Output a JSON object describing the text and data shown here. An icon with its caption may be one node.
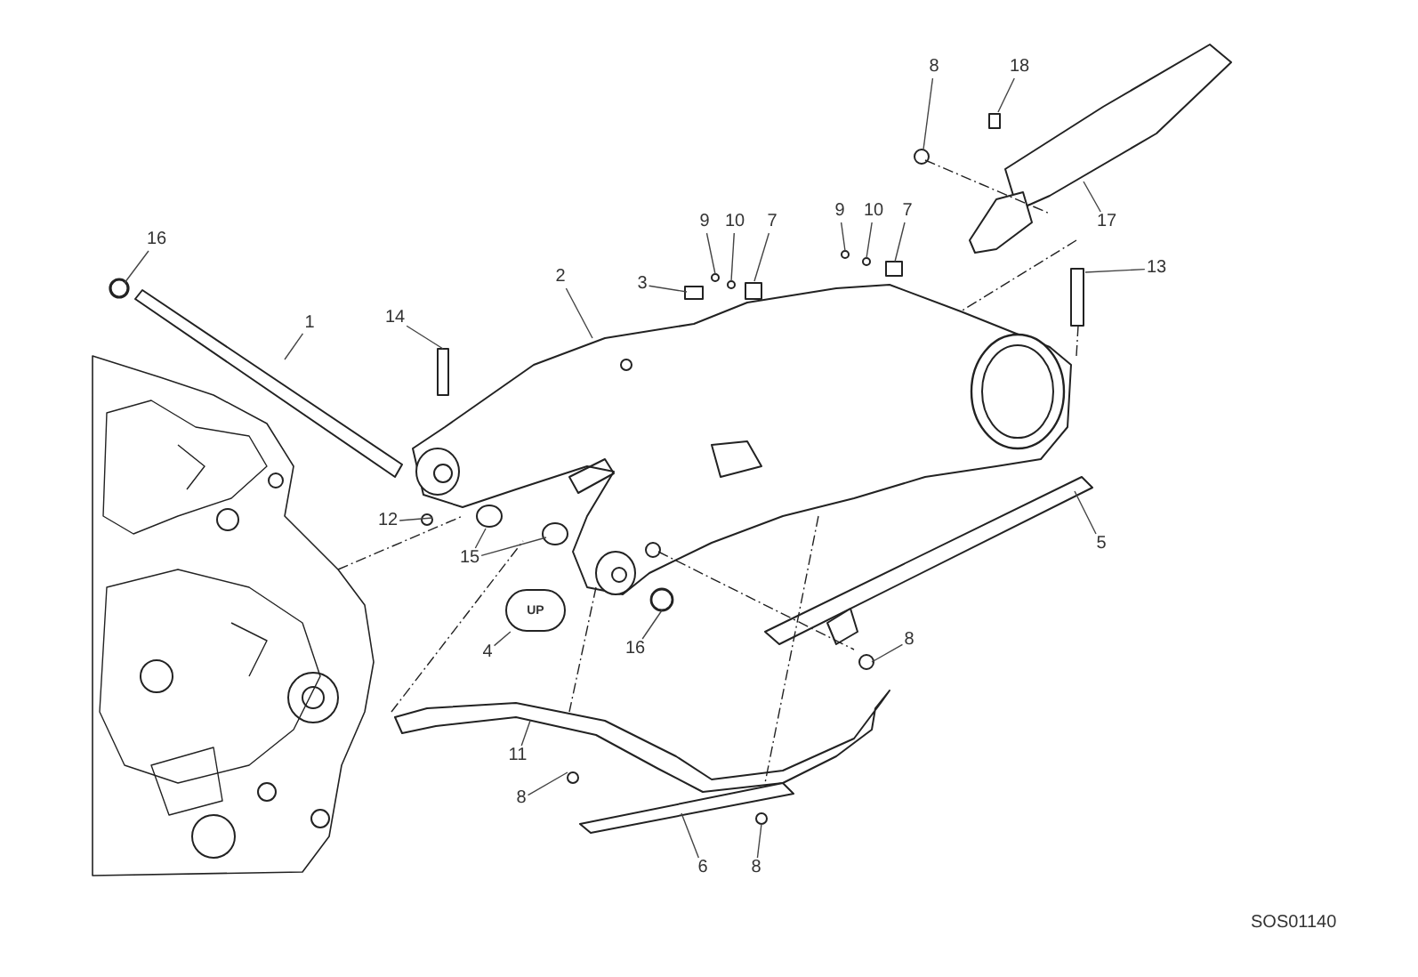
{
  "diagram": {
    "nodes": [
      {
        "text": [
          "16"
        ]
      },
      {
        "text": [
          "1"
        ]
      },
      {
        "text": [
          "14"
        ]
      },
      {
        "text": [
          "2"
        ]
      },
      {
        "text": [
          "3"
        ]
      },
      {
        "text": [
          "9"
        ]
      },
      {
        "text": [
          "10"
        ]
      },
      {
        "text": [
          "7"
        ]
      },
      {
        "text": [
          "9"
        ]
      },
      {
        "text": [
          "10"
        ]
      },
      {
        "text": [
          "7"
        ]
      },
      {
        "text": [
          "8"
        ]
      },
      {
        "text": [
          "18"
        ]
      },
      {
        "text": [
          "17"
        ]
      },
      {
        "text": [
          "13"
        ]
      },
      {
        "text": [
          "12"
        ]
      },
      {
        "text": [
          "15"
        ]
      },
      {
        "text": [
          "4"
        ]
      },
      {
        "text": [
          "16"
        ]
      },
      {
        "text": [
          "5"
        ]
      },
      {
        "text": [
          "8"
        ]
      },
      {
        "text": [
          "11"
        ]
      },
      {
        "text": [
          "8"
        ]
      },
      {
        "text": [
          "6"
        ]
      },
      {
        "text": [
          "8"
        ]
      },
      {
        "text": [
          "UP"
        ]
      }
    ],
    "edges": [
      {
        "from": 0,
        "to": null,
        "arrow": "none"
      },
      {
        "from": 1,
        "to": null,
        "arrow": "none"
      },
      {
        "from": 2,
        "to": null,
        "arrow": "none"
      },
      {
        "from": 3,
        "to": null,
        "arrow": "none"
      },
      {
        "from": 4,
        "to": null,
        "arrow": "none"
      },
      {
        "from": 5,
        "to": null,
        "arrow": "none"
      },
      {
        "from": 6,
        "to": null,
        "arrow": "none"
      },
      {
        "from": 7,
        "to": null,
        "arrow": "none"
      },
      {
        "from": 8,
        "to": null,
        "arrow": "none"
      },
      {
        "from": 9,
        "to": null,
        "arrow": "none"
      },
      {
        "from": 10,
        "to": null,
        "arrow": "none"
      },
      {
        "from": 11,
        "to": null,
        "arrow": "none"
      },
      {
        "from": 12,
        "to": null,
        "arrow": "none"
      },
      {
        "from": 13,
        "to": null,
        "arrow": "none"
      },
      {
        "from": 14,
        "to": null,
        "arrow": "none"
      },
      {
        "from": 15,
        "to": null,
        "arrow": "none"
      },
      {
        "from": 16,
        "to": null,
        "arrow": "none"
      },
      {
        "from": 16,
        "to": null,
        "arrow": "none"
      },
      {
        "from": 17,
        "to": 25,
        "arrow": "none"
      },
      {
        "from": 18,
        "to": null,
        "arrow": "none"
      },
      {
        "from": 19,
        "to": null,
        "arrow": "none"
      },
      {
        "from": 20,
        "to": null,
        "arrow": "none"
      },
      {
        "from": 21,
        "to": null,
        "arrow": "none"
      },
      {
        "from": 22,
        "to": null,
        "arrow": "none"
      },
      {
        "from": 23,
        "to": null,
        "arrow": "none"
      },
      {
        "from": 24,
        "to": null,
        "arrow": "none"
      }
    ],
    "labels": [
      "SOS01140"
    ]
  }
}
